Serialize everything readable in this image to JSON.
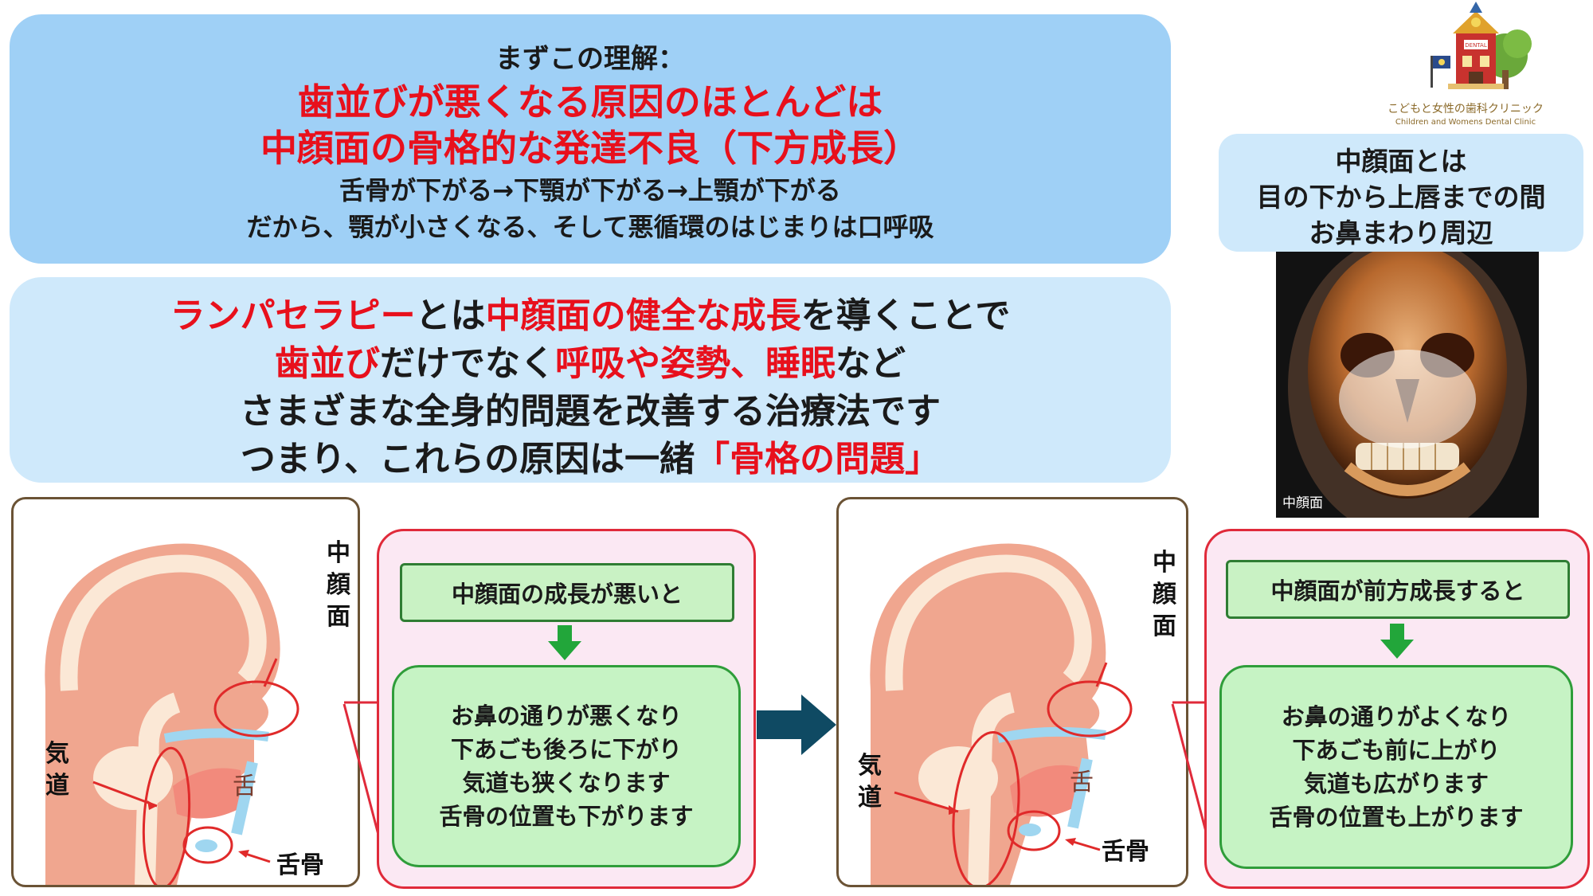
{
  "top": {
    "intro": "まずこの理解：",
    "headline_1": "歯並びが悪くなる原因のほとんどは",
    "headline_2": "中顔面の骨格的な発達不良（下方成長）",
    "sub_1": "舌骨が下がる→下顎が下がる→上顎が下がる",
    "sub_2": "だから、顎が小さくなる、そして悪循環のはじまりは口呼吸"
  },
  "middle": {
    "l1_a": "ランパセラピー",
    "l1_b": "とは",
    "l1_c": "中顔面の健全な成長",
    "l1_d": "を導くことで",
    "l2_a": "歯並び",
    "l2_b": "だけでなく",
    "l2_c": "呼吸や姿勢、睡眠",
    "l2_d": "など",
    "l3": "さまざまな全身的問題を改善する治療法です",
    "l4_a": "つまり、これらの原因は一緒",
    "l4_b": "「骨格の問題」"
  },
  "clinic": {
    "name_jp": "こどもと女性の歯科クリニック",
    "name_en": "Children and Womens Dental Clinic"
  },
  "definition": {
    "line1": "中顔面とは",
    "line2": "目の下から上唇までの間",
    "line3": "お鼻まわり周辺"
  },
  "xray": {
    "caption": "中顔面"
  },
  "left_diagram": {
    "label_midface": "中顔面",
    "label_airway": "気道",
    "label_tongue": "舌",
    "label_hyoid": "舌骨",
    "title": "中顔面の成長が悪いと",
    "lines": [
      "お鼻の通りが悪くなり",
      "下あごも後ろに下がり",
      "気道も狭くなります",
      "舌骨の位置も下がります"
    ]
  },
  "right_diagram": {
    "label_midface": "中顔面",
    "label_airway": "気道",
    "label_tongue": "舌",
    "label_hyoid": "舌骨",
    "title": "中顔面が前方成長すると",
    "lines": [
      "お鼻の通りがよくなり",
      "下あごも前に上がり",
      "気道も広がります",
      "舌骨の位置も上がります"
    ]
  },
  "colors": {
    "accent_red": "#e8101c",
    "top_box": "#9fd0f6",
    "mid_box": "#cfe9fb",
    "green_fill": "#c6f3c4",
    "arrow": "#0f4a63"
  }
}
